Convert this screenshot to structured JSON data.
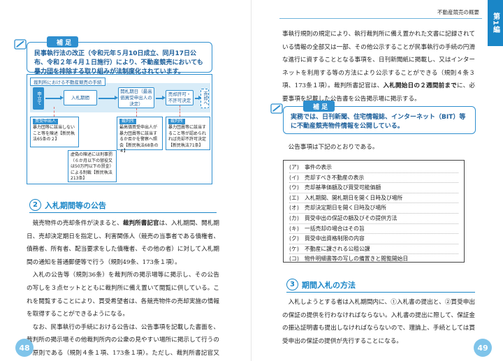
{
  "header": {
    "running_title": "不動産競売の概要",
    "chapter_tab": "第1編"
  },
  "page_numbers": {
    "left": "48",
    "right": "49"
  },
  "left_hosoku": {
    "label": "補 足",
    "text": "民事執行法の改正（令和元年５月10日成立、同月17日公布、令和２年４月１日施行）により、不動産競売においても暴力団を排除する取り組みが法制度化されています。"
  },
  "flow": {
    "title": "裁判所における不動産競売の手続",
    "step_start": "申立て",
    "step_1": "入札期間",
    "step_2": "開札期日（最高価買受申出人の決定）",
    "step_3": "売却許可・不許可決定",
    "step_end": "売却へ",
    "note_a_tag": "買受申出人",
    "note_a": "暴力団等に該当しないこと等を陳述【新民執法65条の２】",
    "note_a_sub": "虚偽の陳述には刑事罰（６か月以下の懲役又は50万円以下の罰金）による制裁【新民執法213条】",
    "note_b_tag": "裁判所",
    "note_b": "最高価買受申出人が暴力団員等に該当するか否かを警察へ照会【新民執法68条の４】",
    "note_c_tag": "裁判所",
    "note_c": "暴力団員等に該当すること等が認められれば売却不許可決定【新民執法71条】"
  },
  "section2": {
    "num": "2",
    "title": "入札期間等の公告",
    "para1_a": "競売物件の売却条件が決まると、",
    "para1_bold": "裁判所書記官",
    "para1_b": "は、入札期間、開札期日、売却決定期日を指定し、利害関係人（競売の当事者である債権者、債務者、所有者、配当要求をした債権者、その他の者）に対して入札期間の通知を普通郵便等で行う（規則49条、173条１項）。",
    "para2": "入札の公告等（規則36条）を裁判所の掲示場等に掲示し、その公告の写しを３点セットとともに裁判所に備え置いて閲覧に供している。これを閲覧することにより、買受希望者は、各競売物件の売却実施の情報を取得することができるようになる。",
    "para3_left": "なお、民事執行の手続における公告は、公告事項を記載した書面を、裁判所の掲示場その他裁判所内の公衆の見やすい場所に掲示して行うのが原則である（規則４条１項、173条１項）。ただし、裁判所書記官又は執行官は、相当と認めるときは、公告事項の要旨、民事執行法又は民",
    "para3_right": "事執行規則の規定により、執行裁判所に備え置かれた文書に記録されている情報の全部又は一部、その他公示することが民事執行の手続の円滑な進行に資することとなる事項を、日刊新聞紙に掲載し、又はインターネットを利用する等の方法により公示することができる（規則４条３項、173条１項）。裁判所書記官は、",
    "para3_bold": "入札開始日の２週間前まで",
    "para3_end": "に、必要事項を記載した公告書を公告掲示場に掲示する。"
  },
  "right_hosoku": {
    "label": "補 足",
    "text": "実務では、日刊新聞、住宅情報誌、インターネット（BIT）等に不動産競売物件情報を公開している。"
  },
  "notice_intro": "公告事項は下記のとおりである。",
  "notice_items": [
    {
      "mark": "(ア)",
      "text": "事件の表示"
    },
    {
      "mark": "(イ)",
      "text": "売却すべき不動産の表示"
    },
    {
      "mark": "(ウ)",
      "text": "売却基準価額及び買受可能価額"
    },
    {
      "mark": "(エ)",
      "text": "入札期間、開札期日を開く日時及び場所"
    },
    {
      "mark": "(オ)",
      "text": "売却決定期日を開く日時及び場所"
    },
    {
      "mark": "(カ)",
      "text": "買受申出の保証の額及びその提供方法"
    },
    {
      "mark": "(キ)",
      "text": "一括売却の場合はその旨"
    },
    {
      "mark": "(ク)",
      "text": "買受申出資格制限の内容"
    },
    {
      "mark": "(ケ)",
      "text": "不動産に課される公租公課"
    },
    {
      "mark": "(コ)",
      "text": "物件明細書等の写しの備置きと閲覧開始日"
    }
  ],
  "section3": {
    "num": "3",
    "title": "期間入札の方法",
    "para": "入札しようとする者は入札期間内に、①入札書の提出と、②買受申出の保証の提供を行わなければならない。入札書の提出に際して、保証金の振込証明書も提出しなければならないので、理論上、手続としては買受申出の保証の提供が先行することになる。"
  },
  "colors": {
    "accent": "#1a86c7",
    "box_border": "#2f8fcf",
    "box_text": "#1d5f9a",
    "band": "#d8ecf8",
    "page_badge": "#7fc4ea"
  },
  "icons": [
    "pencil-icon",
    "pencil-icon"
  ]
}
